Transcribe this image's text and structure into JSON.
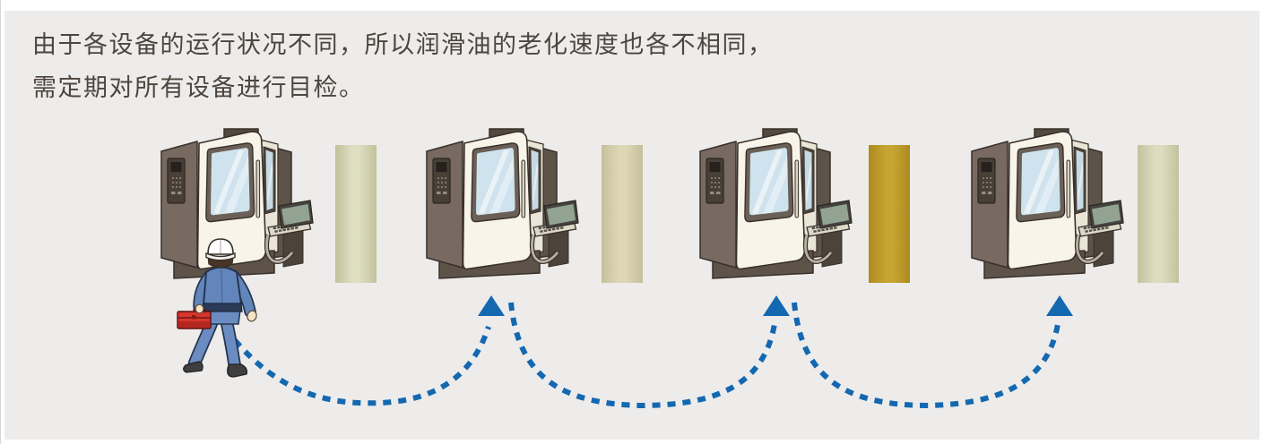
{
  "canvas": {
    "bg": "#ffffff",
    "panel_bg": "#edeceb"
  },
  "caption": {
    "lines": [
      "由于各设备的运行状况不同，所以润滑油的老化速度也各不相同，",
      "需定期对所有设备进行目检。"
    ],
    "color": "#4d453e"
  },
  "scene": {
    "machines": [
      {
        "id": "machine-1",
        "label": "CNC machine 1"
      },
      {
        "id": "machine-2",
        "label": "CNC machine 2"
      },
      {
        "id": "machine-3",
        "label": "CNC machine 3"
      },
      {
        "id": "machine-4",
        "label": "CNC machine 4"
      }
    ],
    "oil_columns": [
      {
        "id": "oil-column-1",
        "state": "light-oil",
        "edge": "#c2c19c",
        "center": "#dfdfc1"
      },
      {
        "id": "oil-column-2",
        "state": "light-oil",
        "edge": "#c6bf9c",
        "center": "#ded7b7"
      },
      {
        "id": "oil-column-3",
        "state": "aged-oil",
        "edge": "#ac8b21",
        "center": "#c7a532"
      },
      {
        "id": "oil-column-4",
        "state": "light-oil",
        "edge": "#c3c29e",
        "center": "#dddcbe"
      }
    ],
    "worker": {
      "id": "inspector",
      "helmet_color": "#ffffff",
      "uniform_color": "#6286bb",
      "toolbox_color": "#d8352c"
    },
    "route": {
      "color": "#1468b0",
      "style": "dashed",
      "arrow_count": 3
    }
  }
}
